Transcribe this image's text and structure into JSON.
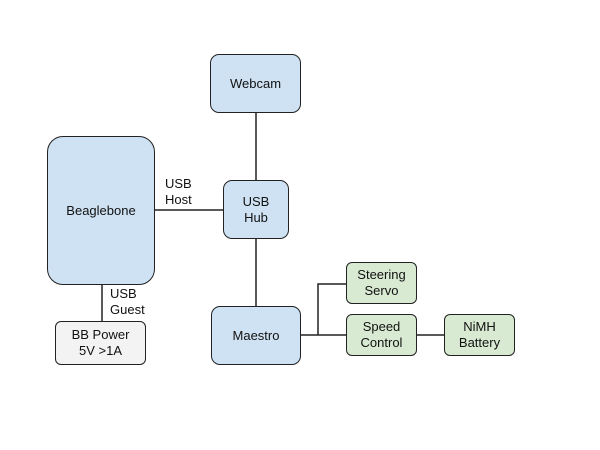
{
  "colors": {
    "blue_fill": "#cfe2f3",
    "green_fill": "#d9ead3",
    "grey_fill": "#f3f3f3",
    "stroke": "#222222"
  },
  "nodes": {
    "webcam": {
      "label": "Webcam",
      "fill": "blue"
    },
    "beaglebone": {
      "label": "Beaglebone",
      "fill": "blue"
    },
    "usb_hub": {
      "label": "USB\nHub",
      "fill": "blue"
    },
    "maestro": {
      "label": "Maestro",
      "fill": "blue"
    },
    "steering_servo": {
      "label": "Steering\nServo",
      "fill": "green"
    },
    "speed_control": {
      "label": "Speed\nControl",
      "fill": "green"
    },
    "nimh_battery": {
      "label": "NiMH\nBattery",
      "fill": "green"
    },
    "bb_power": {
      "label": "BB Power\n5V >1A",
      "fill": "grey"
    }
  },
  "edge_labels": {
    "usb_host": "USB\nHost",
    "usb_guest": "USB\nGuest"
  }
}
